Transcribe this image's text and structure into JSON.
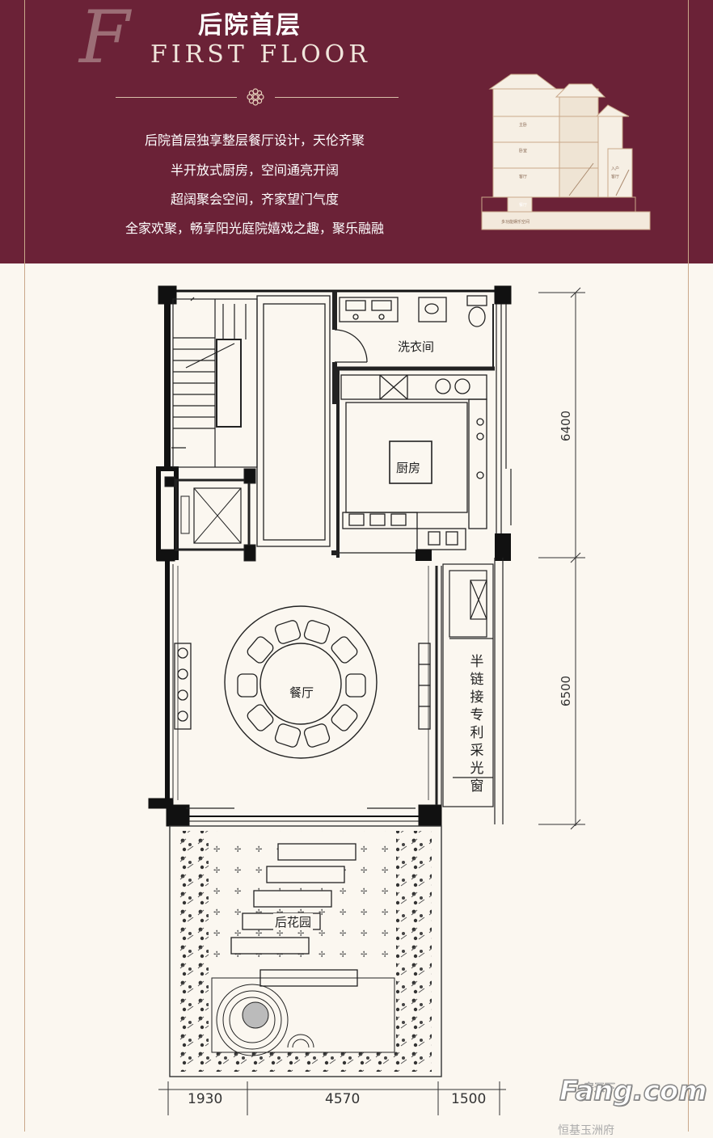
{
  "header": {
    "title_cn": "后院首层",
    "title_en": "FIRST FLOOR",
    "script_mark": "F",
    "description": [
      "后院首层独享整层餐厅设计，天伦齐聚",
      "半开放式厨房，空间通亮开阔",
      "超阔聚会空间，齐家望门气度",
      "全家欢聚，畅享阳光庭院嬉戏之趣，聚乐融融"
    ]
  },
  "section_view": {
    "labels": [
      "主卧",
      "卧室",
      "客厅",
      "餐厅",
      "多功能娱乐空间",
      "入户",
      "客厅"
    ]
  },
  "rooms": {
    "laundry": "洗衣间",
    "kitchen": "厨房",
    "dining": "餐厅",
    "garden": "后花园",
    "window_label": "半链接专利采光窗"
  },
  "dimensions": {
    "right_top": "6400",
    "right_bottom": "6500",
    "bottom_left": "1930",
    "bottom_mid": "4570",
    "bottom_right": "1500"
  },
  "watermark": {
    "logo": "Fang.com",
    "sub": "房天下",
    "bottom": "恒基玉洲府"
  },
  "colors": {
    "banner": "#6b2237",
    "background": "#fbf7f0",
    "wall": "#111111",
    "line": "#444444",
    "accent_gold": "#c9a88a"
  }
}
